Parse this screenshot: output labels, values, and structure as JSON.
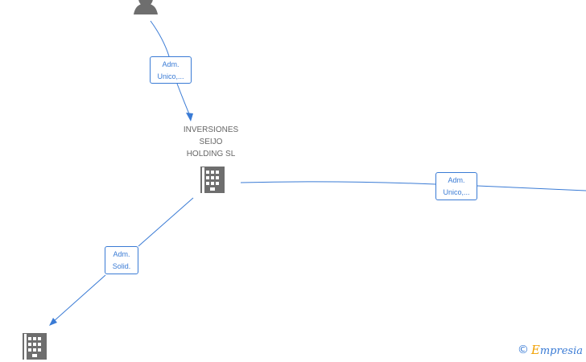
{
  "colors": {
    "edge": "#3a7bd5",
    "icon": "#6e6e6e",
    "brand_accent": "#f0a000"
  },
  "nodes": {
    "person": {
      "icon": "person-icon"
    },
    "main_company": {
      "name_lines": [
        "INVERSIONES",
        "SEIJO",
        "HOLDING  SL"
      ],
      "icon": "building-icon"
    },
    "child_company": {
      "icon": "building-icon"
    }
  },
  "edges": {
    "person_to_main": {
      "label_lines": [
        "Adm.",
        "Unico,..."
      ]
    },
    "main_to_right": {
      "label_lines": [
        "Adm.",
        "Unico,..."
      ]
    },
    "main_to_child": {
      "label_lines": [
        "Adm.",
        "Solid."
      ]
    }
  },
  "watermark": {
    "copyright": "©",
    "brand_initial": "E",
    "brand_rest": "mpresia"
  }
}
